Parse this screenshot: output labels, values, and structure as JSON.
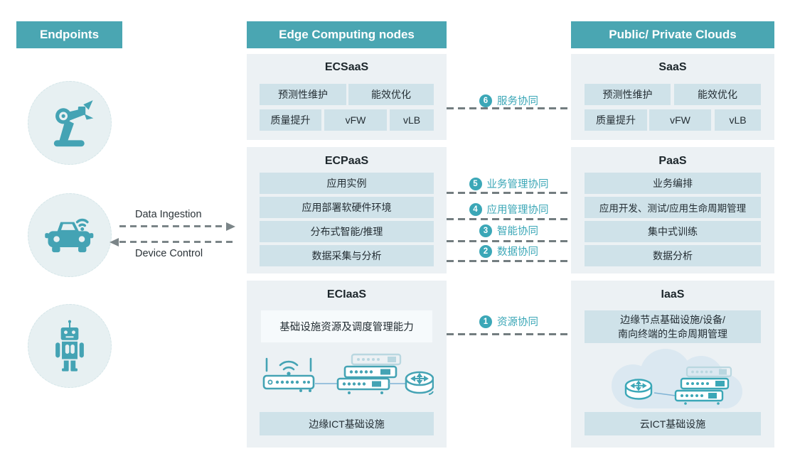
{
  "palette": {
    "teal_header": "#4aa6b2",
    "teal_accent": "#3ba7b7",
    "section_bg": "#ecf1f4",
    "chip_bg": "#cfe2e9",
    "white_box_bg": "#f6fafc",
    "text_dark": "#242e34",
    "dash_gray": "#7b8588",
    "icon_teal": "#44a3b4",
    "endpoint_circle_bg": "#e7f0f2",
    "cloud_fill": "#dbe8f1"
  },
  "headers": {
    "endpoints": "Endpoints",
    "edge": "Edge Computing nodes",
    "clouds": "Public/ Private Clouds"
  },
  "endpoints": {
    "arrow_in": "Data Ingestion",
    "arrow_out": "Device Control",
    "icons": [
      "robot-arm",
      "connected-car",
      "robot"
    ]
  },
  "edge": {
    "saas": {
      "title": "ECSaaS",
      "chips_row1": [
        "预测性维护",
        "能效优化"
      ],
      "chips_row2": [
        "质量提升",
        "vFW",
        "vLB"
      ]
    },
    "paas": {
      "title": "ECPaaS",
      "rows": [
        "应用实例",
        "应用部署软硬件环境",
        "分布式智能/推理",
        "数据采集与分析"
      ]
    },
    "iaas": {
      "title": "ECIaaS",
      "capability": "基础设施资源及调度管理能力",
      "infra": "边缘ICT基础设施",
      "icons": [
        "wifi-access-point",
        "switch-stack",
        "router"
      ]
    }
  },
  "clouds": {
    "saas": {
      "title": "SaaS",
      "chips_row1": [
        "预测性维护",
        "能效优化"
      ],
      "chips_row2": [
        "质量提升",
        "vFW",
        "vLB"
      ]
    },
    "paas": {
      "title": "PaaS",
      "rows": [
        "业务编排",
        "应用开发、测试/应用生命周期管理",
        "集中式训练",
        "数据分析"
      ]
    },
    "iaas": {
      "title": "IaaS",
      "capability": "边缘节点基础设施/设备/\n南向终端的生命周期管理",
      "infra": "云ICT基础设施",
      "icons": [
        "cloud",
        "router",
        "switch-stack"
      ]
    }
  },
  "connectors": [
    {
      "num": "6",
      "label": "服务协同"
    },
    {
      "num": "5",
      "label": "业务管理协同"
    },
    {
      "num": "4",
      "label": "应用管理协同"
    },
    {
      "num": "3",
      "label": "智能协同"
    },
    {
      "num": "2",
      "label": "数据协同"
    },
    {
      "num": "1",
      "label": "资源协同"
    }
  ]
}
